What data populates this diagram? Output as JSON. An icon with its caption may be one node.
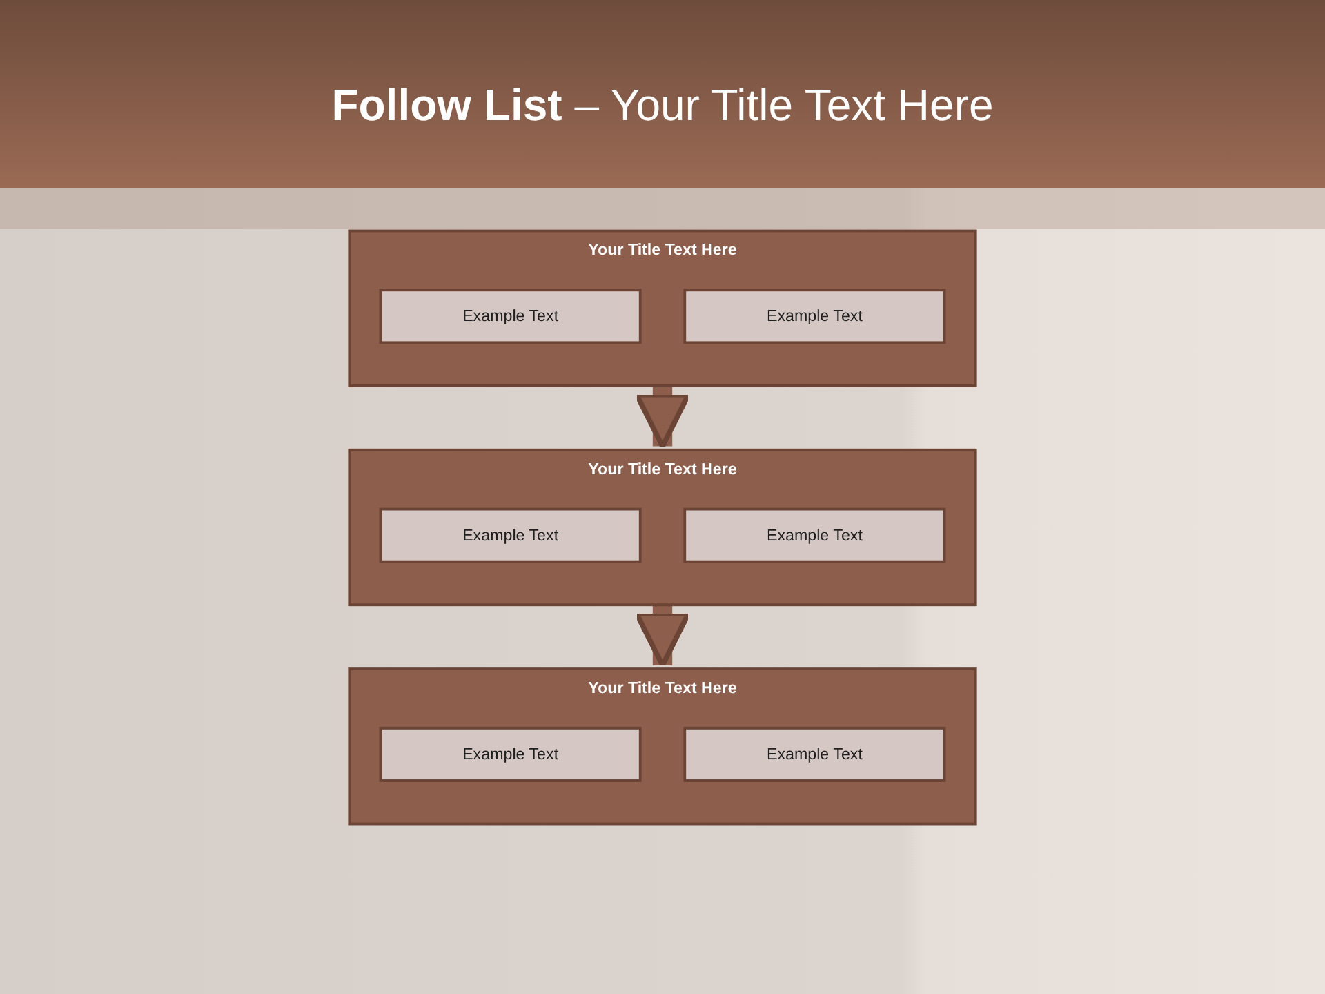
{
  "diagram": {
    "title": "**Follow List** – Your Title Text Here",
    "nodes": [
      {
        "text": [
          "Your Title Text Here"
        ]
      },
      {
        "text": [
          "Example Text"
        ],
        "in": 0
      },
      {
        "text": [
          "Example Text"
        ],
        "in": 0
      },
      {
        "text": [
          "Your Title Text Here"
        ]
      },
      {
        "text": [
          "Example Text"
        ],
        "in": 3
      },
      {
        "text": [
          "Example Text"
        ],
        "in": 3
      },
      {
        "text": [
          "Your Title Text Here"
        ]
      },
      {
        "text": [
          "Example Text"
        ],
        "in": 6
      },
      {
        "text": [
          "Example Text"
        ],
        "in": 6
      }
    ],
    "edges": [
      {
        "from": 0,
        "to": 3,
        "arrow": "to"
      },
      {
        "from": 3,
        "to": 6,
        "arrow": "to"
      }
    ]
  }
}
